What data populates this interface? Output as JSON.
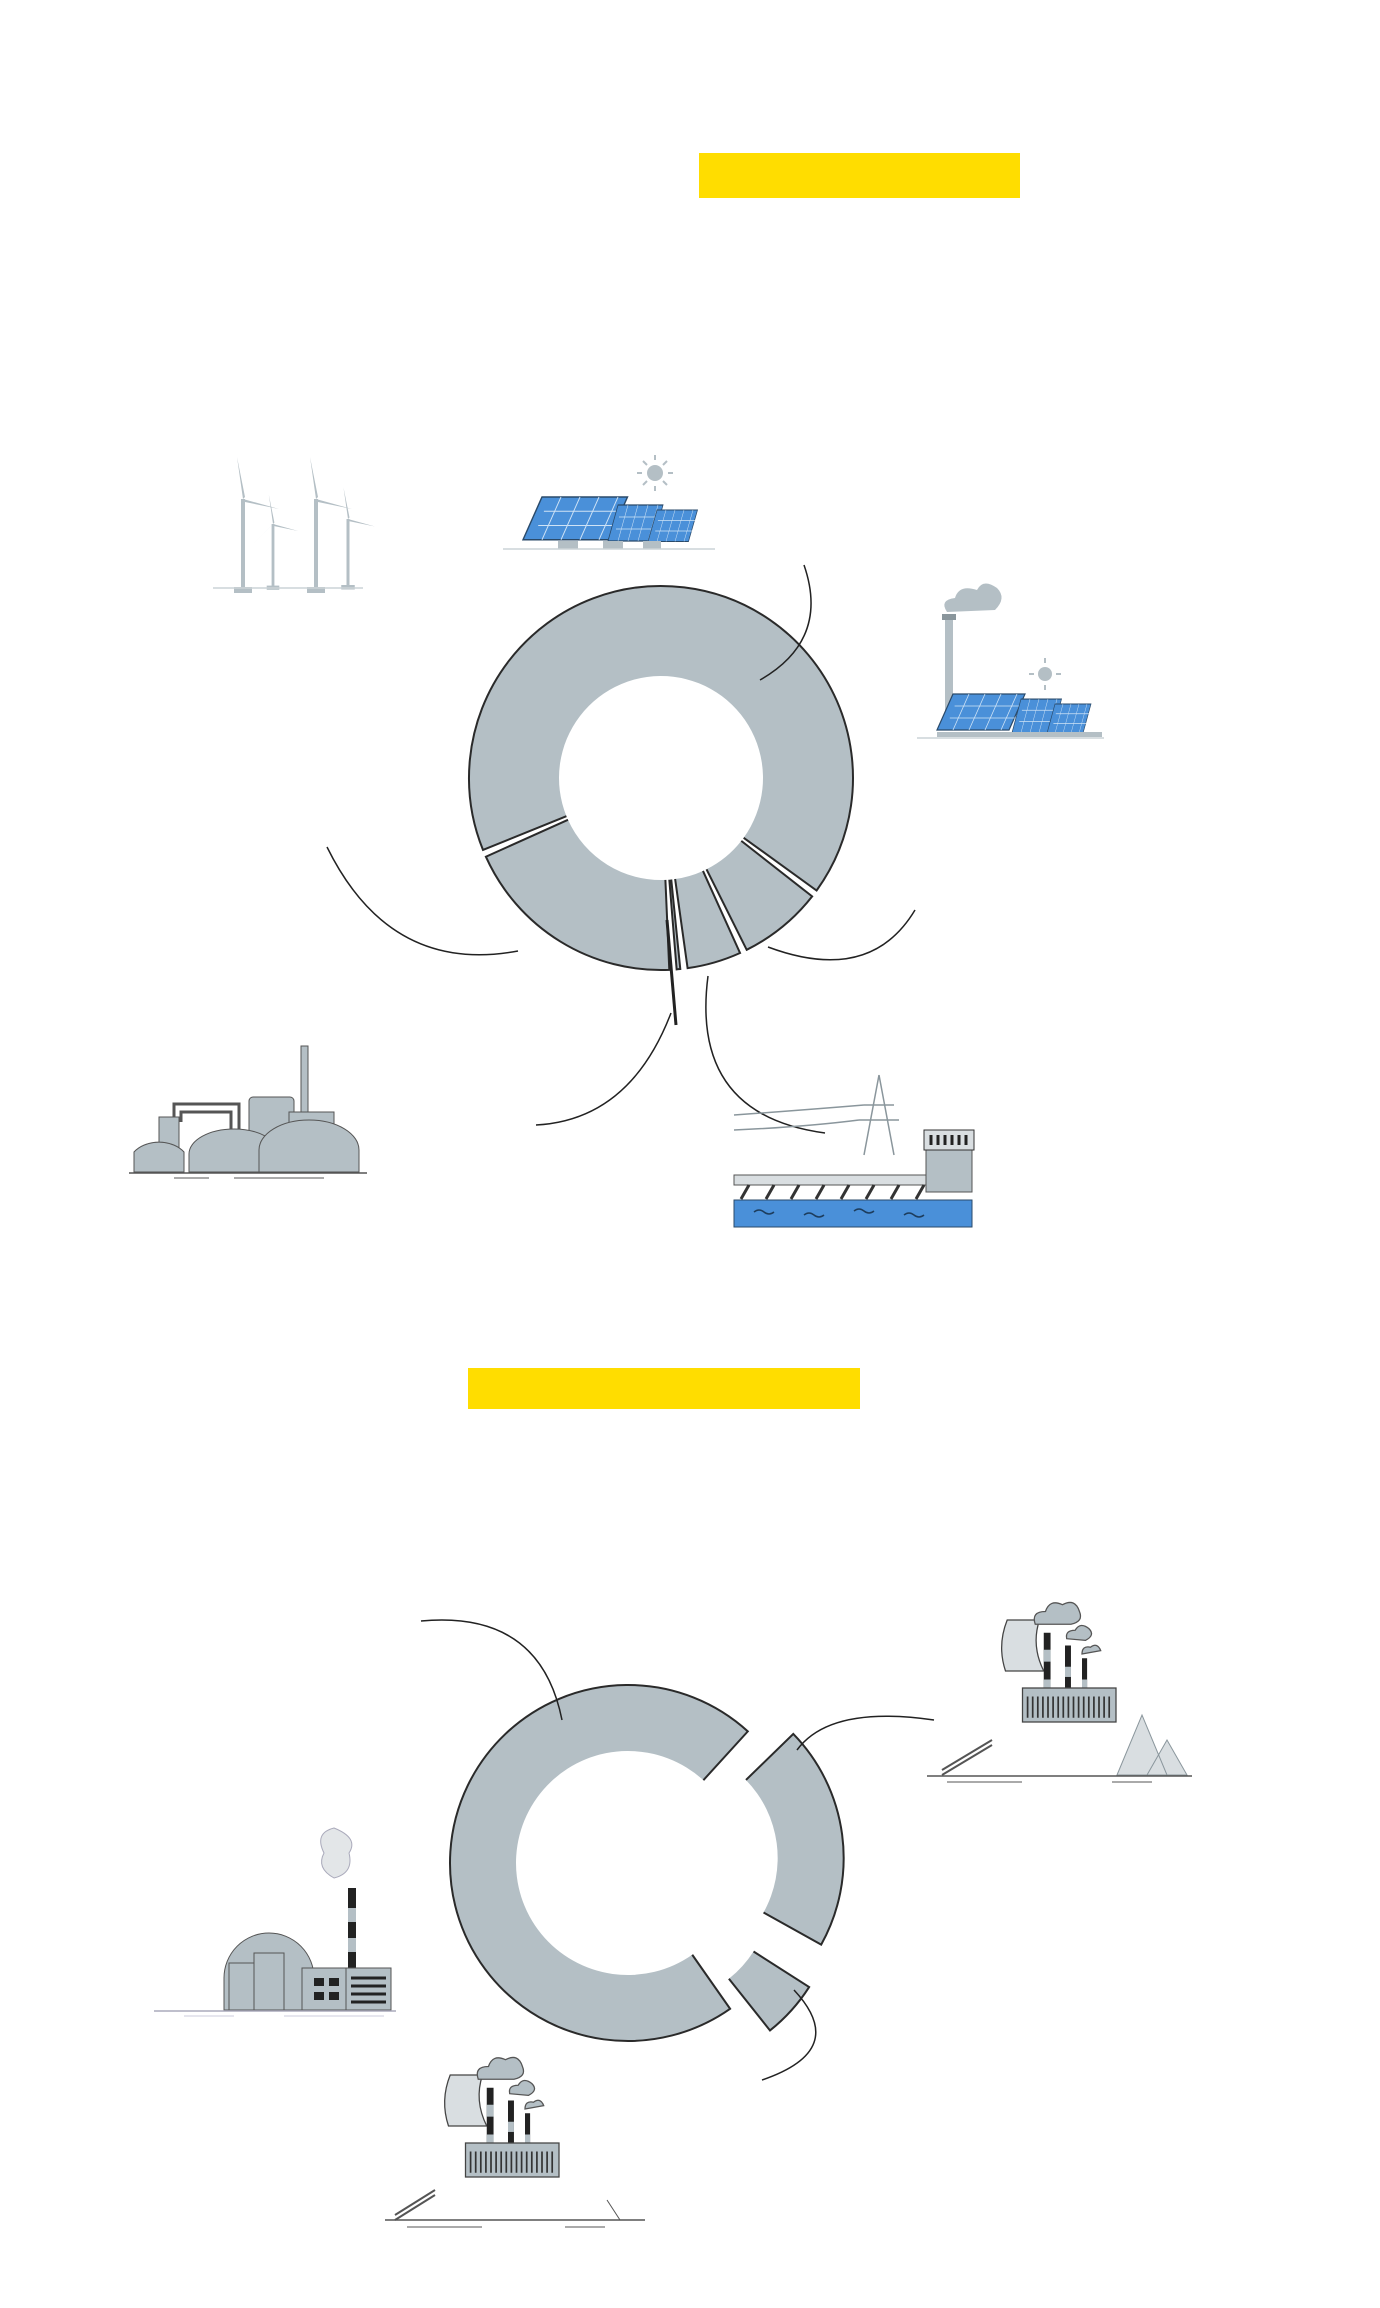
{
  "colors": {
    "accent": "#FFDD00",
    "segment": "#B4BFC5",
    "outline": "#2A2A2A",
    "solar": "#4A90D9",
    "water": "#4A90D9"
  },
  "chart_data": [
    {
      "type": "pie",
      "title": "",
      "donut": true,
      "categories": [
        "solar-farm",
        "solar-with-chimney",
        "biogas-hydro-small",
        "hydro-power",
        "biogas-plant"
      ],
      "values": [
        65.5,
        7.0,
        4.5,
        0.3,
        18.8
      ],
      "start_angle_deg": -112,
      "icons": [
        "wind-turbines-icon",
        "solar-panels-icon",
        "solar-chimney-icon",
        "biogas-plant-icon",
        "hydro-dam-icon"
      ]
    },
    {
      "type": "pie",
      "title": "",
      "donut": true,
      "categories": [
        "nuclear-plant",
        "coal-plant",
        "coal-plant-small"
      ],
      "values": [
        68.1,
        19.4,
        5.0
      ],
      "start_angle_deg": 145,
      "icons": [
        "nuclear-plant-icon",
        "coal-plant-icon",
        "coal-plant-icon"
      ]
    }
  ]
}
